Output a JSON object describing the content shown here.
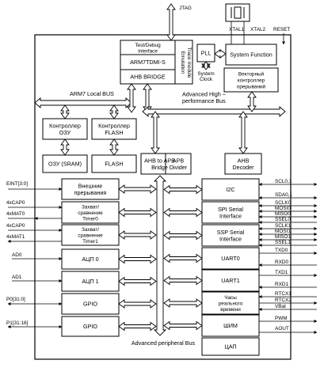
{
  "title_line": "",
  "pins_top": {
    "jtag": "JTAG",
    "xtal1": "XTAL1",
    "xtal2": "XTAL2",
    "reset": "RESET"
  },
  "blocks": {
    "test_debug": [
      "Test/Debug",
      "Interface"
    ],
    "arm_core": "ARM7TDMI-S",
    "ahb_bridge": "AHB BRIDGE",
    "emulation_trace": [
      "Emulation",
      "Trace module"
    ],
    "pll": "PLL",
    "system_clock": [
      "System",
      "Clock"
    ],
    "system_function": "System Function",
    "vic": [
      "Векторный",
      "контроллер",
      "прерываний"
    ],
    "sram_ctrl": [
      "Контроллер",
      "ОЗУ"
    ],
    "flash_ctrl": [
      "Контроллер",
      "FLASH"
    ],
    "sram": "ОЗУ (SRAM)",
    "flash": "FLASH",
    "ahb_apb_bridge": [
      "AHB to APB",
      "Bridge"
    ],
    "apb_divider": [
      "APB",
      "Divider"
    ],
    "ahb_decoder": [
      "AHB",
      "Decoder"
    ],
    "ext_int": [
      "Внешние",
      "прерывания"
    ],
    "timer0": [
      "Захват/",
      "сравнение",
      "Timer0"
    ],
    "timer1": [
      "Захват/",
      "сравнение",
      "Timer1"
    ],
    "adc0": "АЦП 0",
    "adc1": "АЦП 1",
    "gpio0": "GPIO",
    "gpio1": "GPIO",
    "i2c": "I2C",
    "spi": [
      "SPI Serial",
      "Interface"
    ],
    "ssp": [
      "SSP Serial",
      "Interface"
    ],
    "uart0": "UART0",
    "uart1": "UART1",
    "rtc": [
      "Часы",
      "реального",
      "времени"
    ],
    "pwm": "ШИМ",
    "dac": "ЦАП"
  },
  "buses": {
    "local_bus": "ARM7 Local BUS",
    "ahb_bus": [
      "Advanced High –",
      "performance Bus"
    ],
    "peripheral_bus": "Advanced peripheral Bus"
  },
  "pins_left": {
    "eint": "EINT[3:0]",
    "cap0": "4xCAP0",
    "mat0": "4xMAT0",
    "cap1": "4xCAP0",
    "mat1": "4xMAT1",
    "ad0": "AD0",
    "ad1": "AD1",
    "p0": "P0[31:0]",
    "p1": "P1[31:16]"
  },
  "pins_right": {
    "i2c": [
      "SCL0,1",
      "SDA0,1"
    ],
    "spi": [
      "SCLK0",
      "MOSI0",
      "MISO0",
      "SSEL0"
    ],
    "ssp": [
      "SCLK1",
      "MOSI1",
      "MISO1",
      "SSEL1"
    ],
    "uart0": [
      "TXD0",
      "RXD0"
    ],
    "uart1": [
      "TXD1",
      "RXD1"
    ],
    "rtc": [
      "RTCX1",
      "RTCX2",
      "VBat"
    ],
    "pwm": [
      "PWM"
    ],
    "dac": [
      "AOUT"
    ]
  }
}
